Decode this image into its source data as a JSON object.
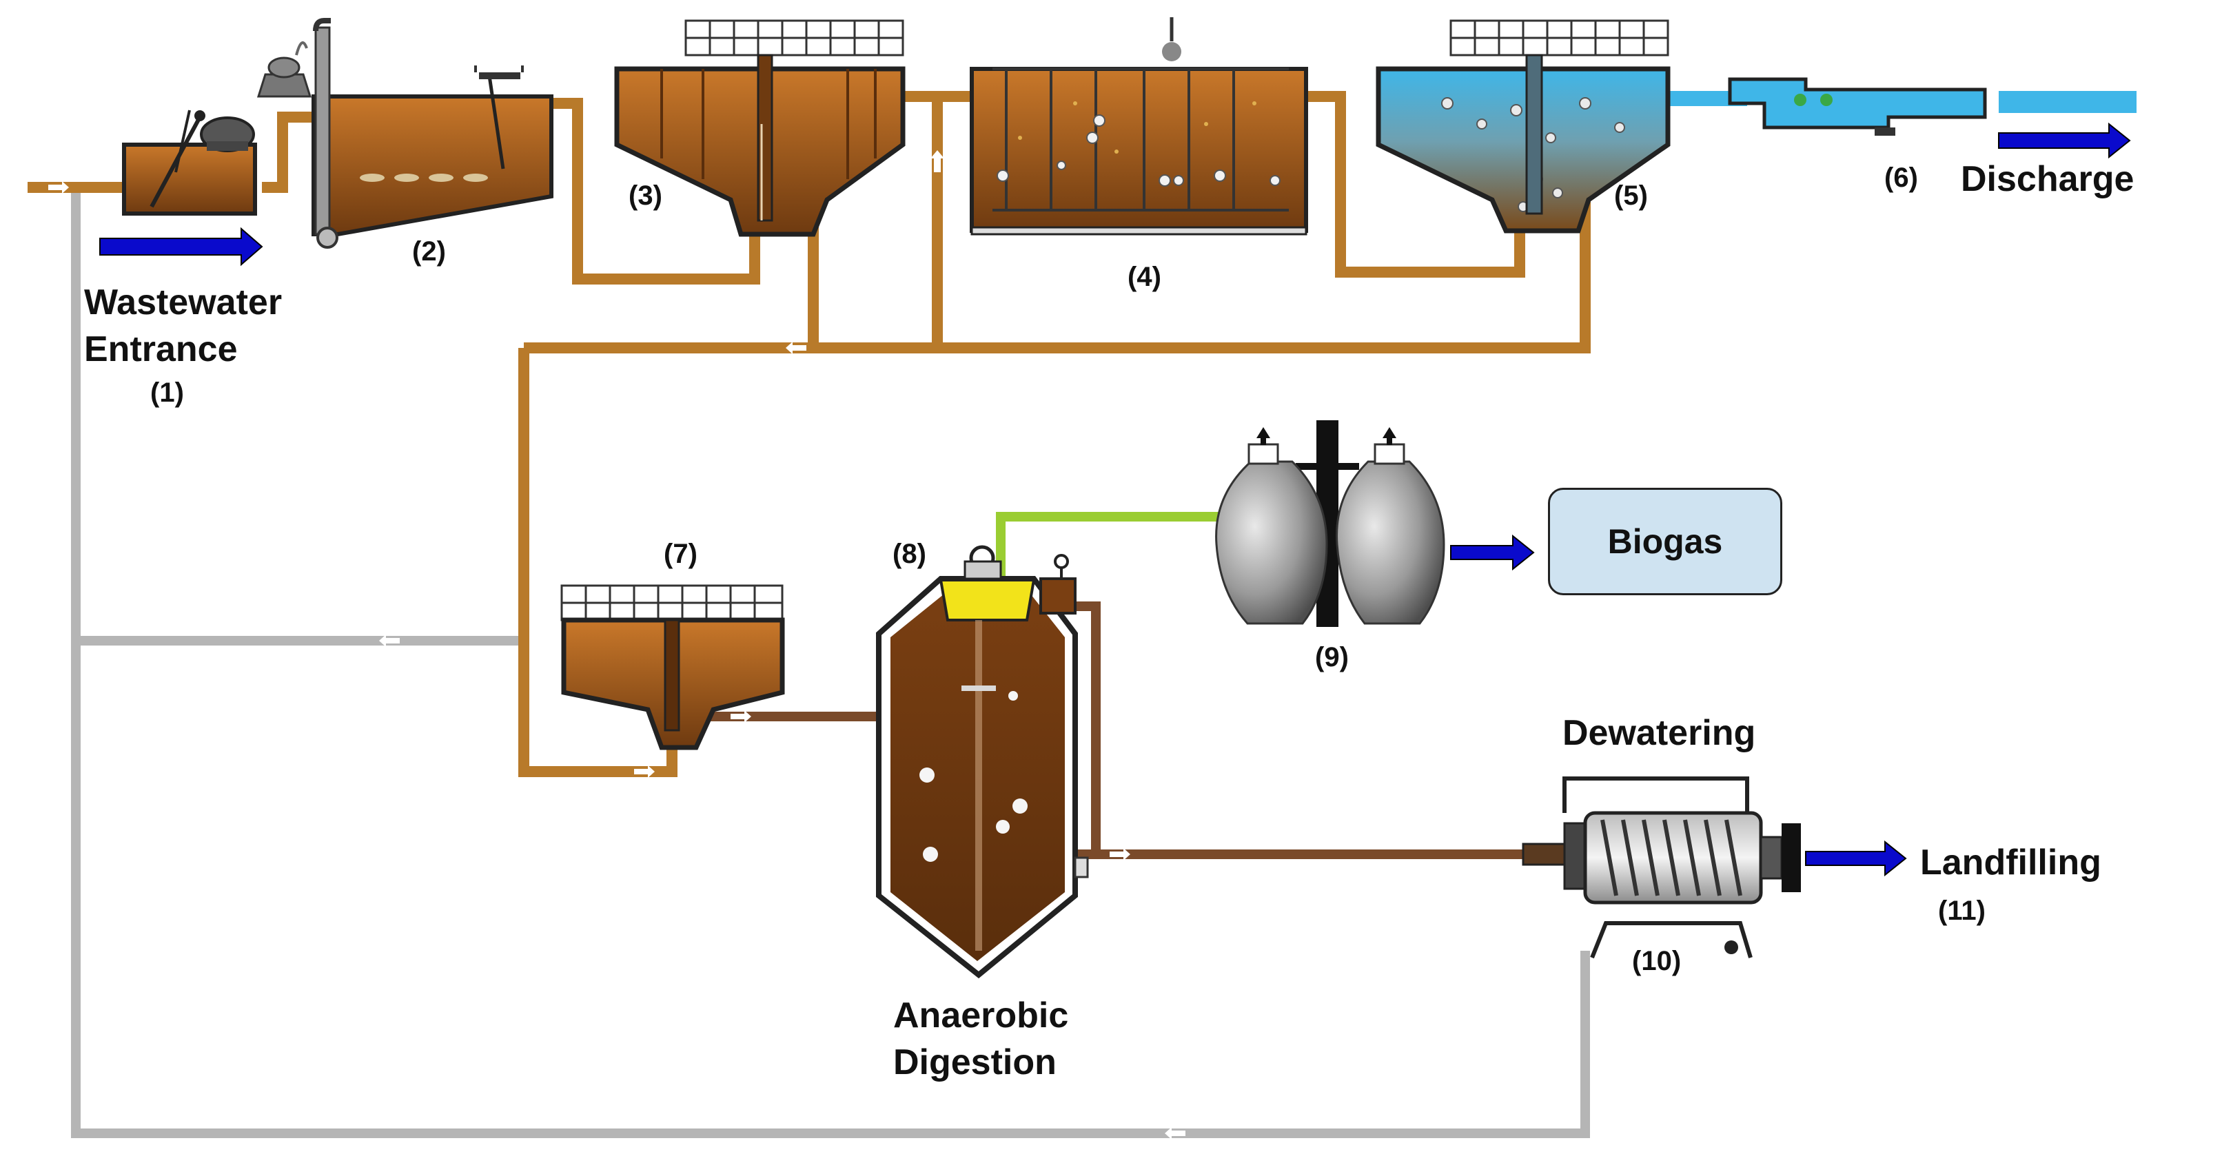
{
  "labels": {
    "n1": "(1)",
    "n2": "(2)",
    "n3": "(3)",
    "n4": "(4)",
    "n5": "(5)",
    "n6": "(6)",
    "n7": "(7)",
    "n8": "(8)",
    "n9": "(9)",
    "n10": "(10)",
    "n11": "(11)",
    "wastewater_line1": "Wastewater",
    "wastewater_line2": "Entrance",
    "discharge": "Discharge",
    "biogas": "Biogas",
    "dewatering": "Dewatering",
    "landfilling": "Landfilling",
    "anaerobic_line1": "Anaerobic",
    "anaerobic_line2": "Digestion"
  },
  "colors": {
    "sludge_pipe": "#b87a2a",
    "digested_pipe": "#7a4a2a",
    "return_pipe": "#b5b5b5",
    "gas_pipe": "#9acd32",
    "clean_water": "#3fb6e8",
    "flow_arrow": "#0a0acc",
    "tank_fill": "#8b4a12",
    "biogas_box": "#cfe3f1"
  }
}
